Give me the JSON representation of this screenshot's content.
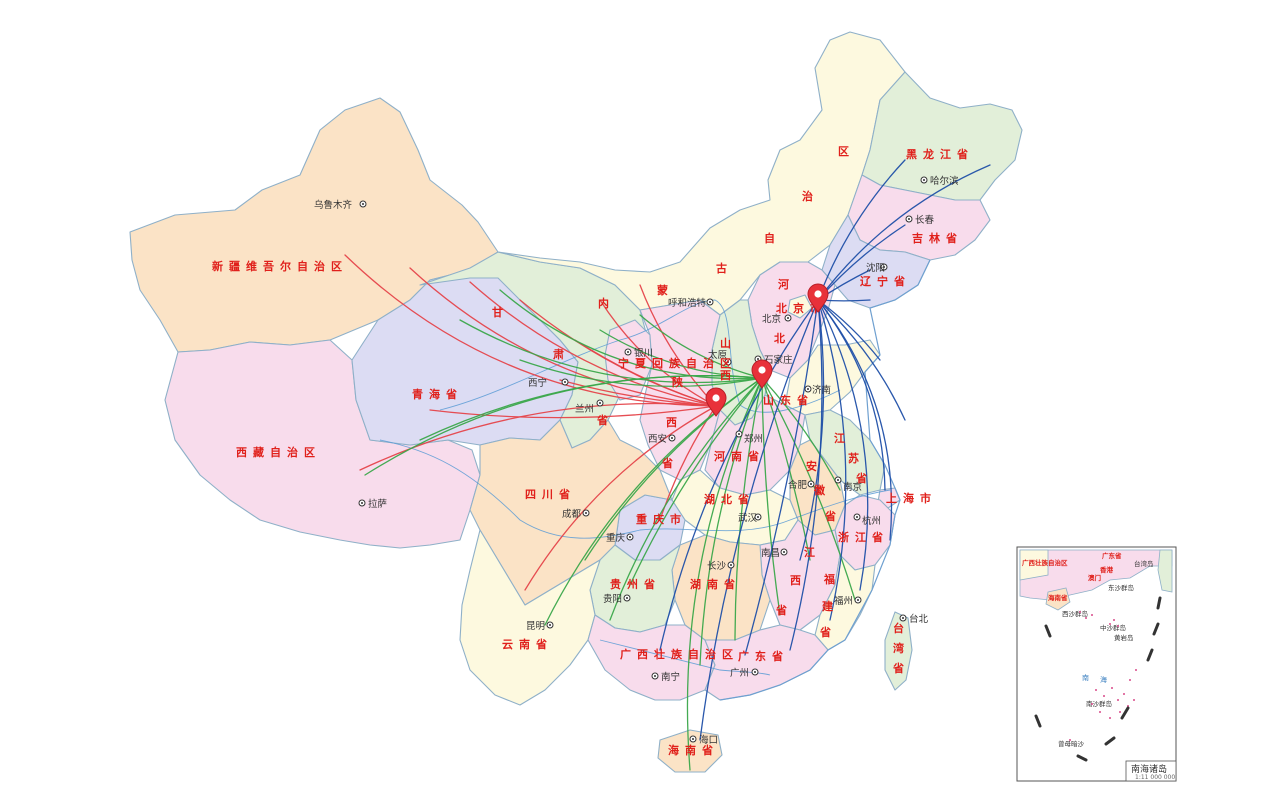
{
  "colors": {
    "flow_red": "#e5434a",
    "flow_green": "#3aa64a",
    "flow_blue": "#1f4fa8",
    "label_red": "#e0201b",
    "marker_red": "#e8313a",
    "province_tan": "#fbe3c6",
    "province_cream": "#fdf9df",
    "province_pink": "#f8dcec",
    "province_lavender": "#dcdcf3",
    "province_green": "#e2efd9"
  },
  "hubs": [
    {
      "id": "hub-beijing",
      "icon": "map-pin-icon"
    },
    {
      "id": "hub-taiyuan",
      "icon": "map-pin-icon"
    },
    {
      "id": "hub-xian",
      "icon": "map-pin-icon"
    }
  ],
  "regions": [
    {
      "id": "xinjiang",
      "label": "新疆维吾尔自治区"
    },
    {
      "id": "xizang",
      "label": "西藏自治区"
    },
    {
      "id": "qinghai",
      "label": "青海省"
    },
    {
      "id": "gansu-1",
      "label": "甘"
    },
    {
      "id": "gansu-2",
      "label": "肃"
    },
    {
      "id": "gansu-3",
      "label": "省"
    },
    {
      "id": "neimenggu-1",
      "label": "内"
    },
    {
      "id": "neimenggu-2",
      "label": "蒙"
    },
    {
      "id": "neimenggu-3",
      "label": "古"
    },
    {
      "id": "neimenggu-4",
      "label": "自"
    },
    {
      "id": "neimenggu-5",
      "label": "治"
    },
    {
      "id": "neimenggu-6",
      "label": "区"
    },
    {
      "id": "heilongjiang",
      "label": "黑龙江省"
    },
    {
      "id": "jilin",
      "label": "吉林省"
    },
    {
      "id": "liaoning",
      "label": "辽宁省"
    },
    {
      "id": "hebei-1",
      "label": "河"
    },
    {
      "id": "hebei-2",
      "label": "北"
    },
    {
      "id": "shanxi-1",
      "label": "山"
    },
    {
      "id": "shanxi-2",
      "label": "西"
    },
    {
      "id": "shaanxi-1",
      "label": "陕"
    },
    {
      "id": "shaanxi-2",
      "label": "西"
    },
    {
      "id": "shaanxi-3",
      "label": "省"
    },
    {
      "id": "ningxia",
      "label": "宁夏回族自治区"
    },
    {
      "id": "shandong",
      "label": "山东省"
    },
    {
      "id": "henan",
      "label": "河南省"
    },
    {
      "id": "jiangsu-1",
      "label": "江"
    },
    {
      "id": "jiangsu-2",
      "label": "苏"
    },
    {
      "id": "jiangsu-3",
      "label": "省"
    },
    {
      "id": "anhui-1",
      "label": "安"
    },
    {
      "id": "anhui-2",
      "label": "徽"
    },
    {
      "id": "anhui-3",
      "label": "省"
    },
    {
      "id": "hubei",
      "label": "湖北省"
    },
    {
      "id": "sichuan",
      "label": "四川省"
    },
    {
      "id": "chongqing",
      "label": "重庆市"
    },
    {
      "id": "zhejiang",
      "label": "浙江省"
    },
    {
      "id": "jiangxi-1",
      "label": "江"
    },
    {
      "id": "jiangxi-2",
      "label": "西"
    },
    {
      "id": "jiangxi-3",
      "label": "省"
    },
    {
      "id": "hunan",
      "label": "湖南省"
    },
    {
      "id": "guizhou",
      "label": "贵州省"
    },
    {
      "id": "fujian-1",
      "label": "福"
    },
    {
      "id": "fujian-2",
      "label": "建"
    },
    {
      "id": "fujian-3",
      "label": "省"
    },
    {
      "id": "yunnan",
      "label": "云南省"
    },
    {
      "id": "guangxi",
      "label": "广西壮族自治区"
    },
    {
      "id": "guangdong",
      "label": "广东省"
    },
    {
      "id": "taiwan-1",
      "label": "台"
    },
    {
      "id": "taiwan-2",
      "label": "湾"
    },
    {
      "id": "taiwan-3",
      "label": "省"
    },
    {
      "id": "hainan",
      "label": "海南省"
    },
    {
      "id": "beijing",
      "label": "北京市"
    },
    {
      "id": "shanghai",
      "label": "上海市"
    }
  ],
  "cities": [
    {
      "id": "urumqi",
      "label": "乌鲁木齐"
    },
    {
      "id": "lhasa",
      "label": "拉萨"
    },
    {
      "id": "xining",
      "label": "西宁"
    },
    {
      "id": "lanzhou",
      "label": "兰州"
    },
    {
      "id": "yinchuan",
      "label": "银川"
    },
    {
      "id": "hohhot",
      "label": "呼和浩特"
    },
    {
      "id": "harbin",
      "label": "哈尔滨"
    },
    {
      "id": "changchun",
      "label": "长春"
    },
    {
      "id": "shenyang",
      "label": "沈阳"
    },
    {
      "id": "beijing-city",
      "label": "北京"
    },
    {
      "id": "taiyuan",
      "label": "太原"
    },
    {
      "id": "shijiazhuang",
      "label": "石家庄"
    },
    {
      "id": "jinan",
      "label": "济南"
    },
    {
      "id": "xian",
      "label": "西安"
    },
    {
      "id": "zhengzhou",
      "label": "郑州"
    },
    {
      "id": "hefei",
      "label": "合肥"
    },
    {
      "id": "nanjing",
      "label": "南京"
    },
    {
      "id": "wuhan",
      "label": "武汉"
    },
    {
      "id": "hangzhou",
      "label": "杭州"
    },
    {
      "id": "chengdu",
      "label": "成都"
    },
    {
      "id": "chongqing-city",
      "label": "重庆"
    },
    {
      "id": "changsha",
      "label": "长沙"
    },
    {
      "id": "nanchang",
      "label": "南昌"
    },
    {
      "id": "guiyang",
      "label": "贵阳"
    },
    {
      "id": "fuzhou",
      "label": "福州"
    },
    {
      "id": "kunming",
      "label": "昆明"
    },
    {
      "id": "nanning",
      "label": "南宁"
    },
    {
      "id": "guangzhou",
      "label": "广州"
    },
    {
      "id": "haikou",
      "label": "海口"
    },
    {
      "id": "taipei",
      "label": "台北"
    }
  ],
  "inset": {
    "title": "南海诸岛",
    "scale": "1:11 000 000",
    "labels": {
      "guangdong": "广东省",
      "guangxi": "广西壮族自治区",
      "hainan": "海南省",
      "hongkong": "香港",
      "macau": "澳门",
      "taiwan": "台湾岛",
      "dongsha": "东沙群岛",
      "xisha": "西沙群岛",
      "zhongsha": "中沙群岛",
      "huangyan": "黄岩岛",
      "nansha": "南沙群岛",
      "zengmu": "曾母暗沙",
      "sea_1": "南",
      "sea_2": "海"
    }
  }
}
